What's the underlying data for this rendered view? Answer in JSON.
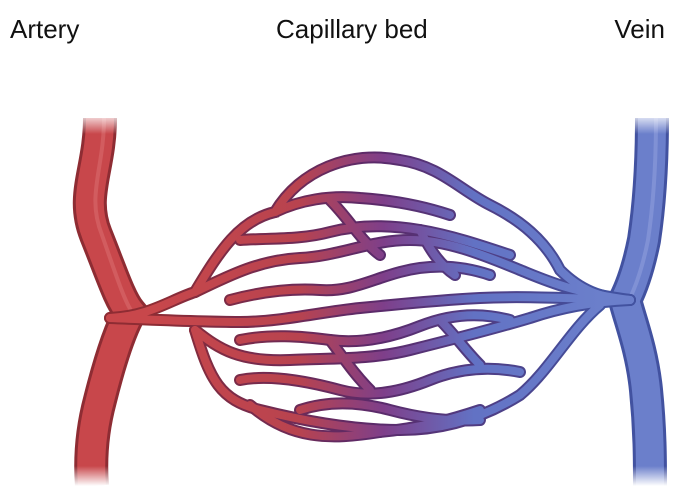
{
  "labels": {
    "artery": "Artery",
    "capillary_bed": "Capillary bed",
    "vein": "Vein"
  },
  "colors": {
    "artery": "#c8474b",
    "artery_dark": "#8e2c33",
    "capillary_mid": "#7e3f8a",
    "vein": "#6b7fcb",
    "vein_dark": "#4252a0"
  }
}
